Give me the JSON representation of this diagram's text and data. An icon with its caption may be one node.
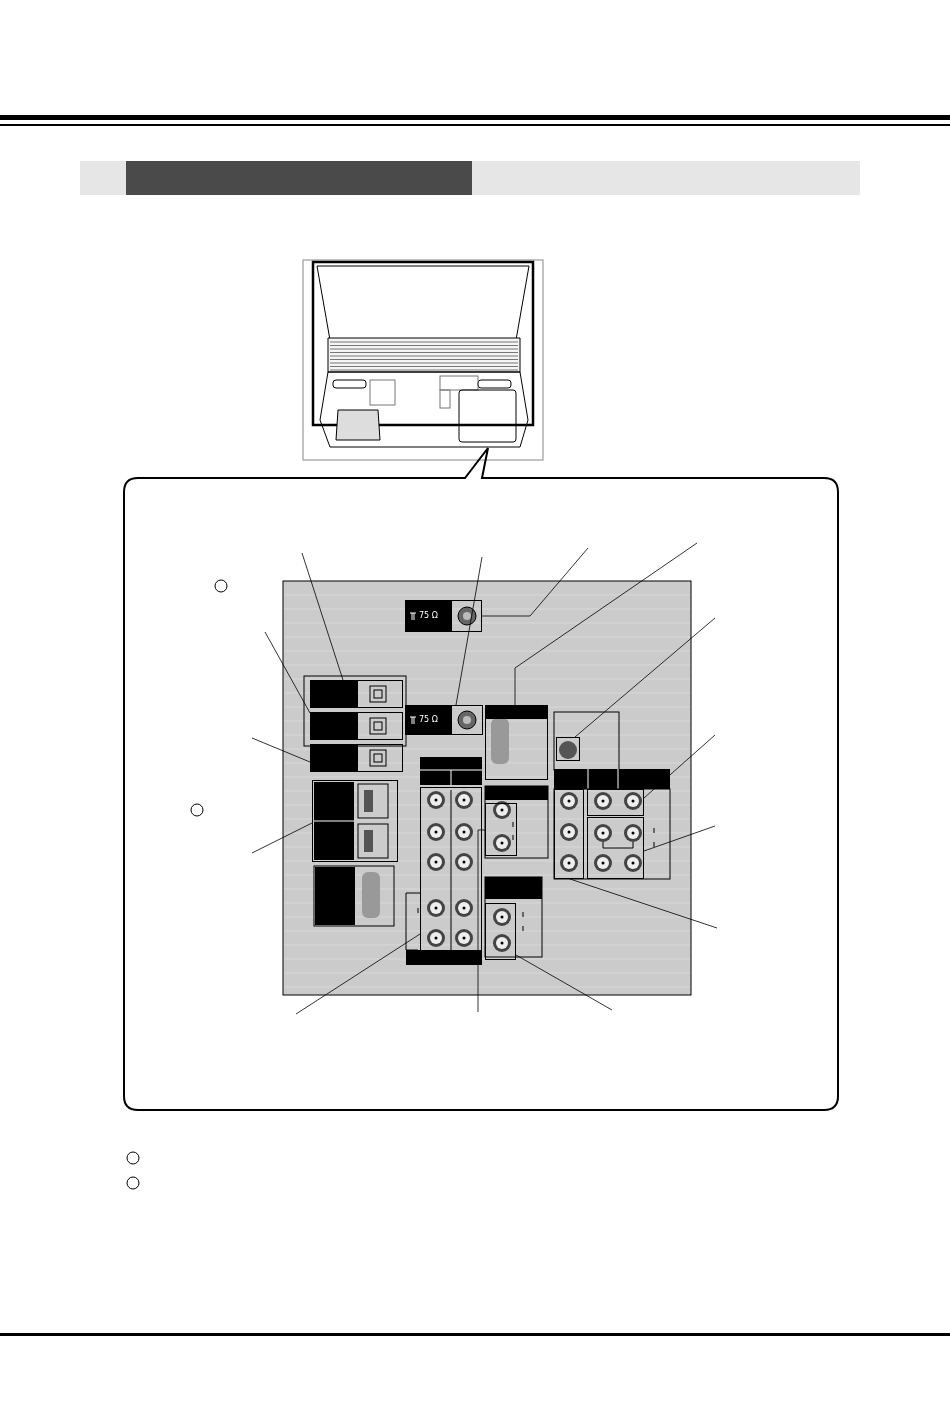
{
  "diagram": {
    "nodes": [
      {
        "text": [],
        "shape": "box"
      },
      {
        "text": [],
        "shape": "box"
      },
      {
        "text": [],
        "shape": "box"
      },
      {
        "text": [],
        "shape": "box"
      },
      {
        "text": [],
        "shape": "box"
      },
      {
        "text": [],
        "shape": "box"
      },
      {
        "text": [],
        "shape": "box"
      },
      {
        "text": [],
        "shape": "box"
      },
      {
        "text": [],
        "shape": "box"
      },
      {
        "text": [],
        "shape": "box"
      },
      {
        "text": [],
        "shape": "box"
      },
      {
        "text": [],
        "shape": "box"
      },
      {
        "text": [],
        "shape": "box"
      },
      {
        "text": [],
        "shape": "box"
      }
    ],
    "edges": [
      {
        "from": null,
        "to": 0,
        "arrow": "none"
      },
      {
        "from": null,
        "to": 1,
        "arrow": "none"
      },
      {
        "from": null,
        "to": 2,
        "arrow": "none"
      },
      {
        "from": null,
        "to": 3,
        "arrow": "none"
      },
      {
        "from": null,
        "to": 4,
        "arrow": "none"
      },
      {
        "from": null,
        "to": 5,
        "arrow": "none"
      },
      {
        "from": null,
        "to": 6,
        "arrow": "none"
      },
      {
        "from": null,
        "to": 7,
        "arrow": "none"
      },
      {
        "from": null,
        "to": 8,
        "arrow": "none"
      },
      {
        "from": null,
        "to": 9,
        "arrow": "none"
      },
      {
        "from": null,
        "to": 10,
        "arrow": "none"
      },
      {
        "from": null,
        "to": 11,
        "arrow": "none"
      },
      {
        "from": null,
        "to": 12,
        "arrow": "none"
      },
      {
        "from": null,
        "to": 13,
        "arrow": "none"
      }
    ],
    "labels": [
      "75 Ω",
      "75 Ω"
    ]
  }
}
